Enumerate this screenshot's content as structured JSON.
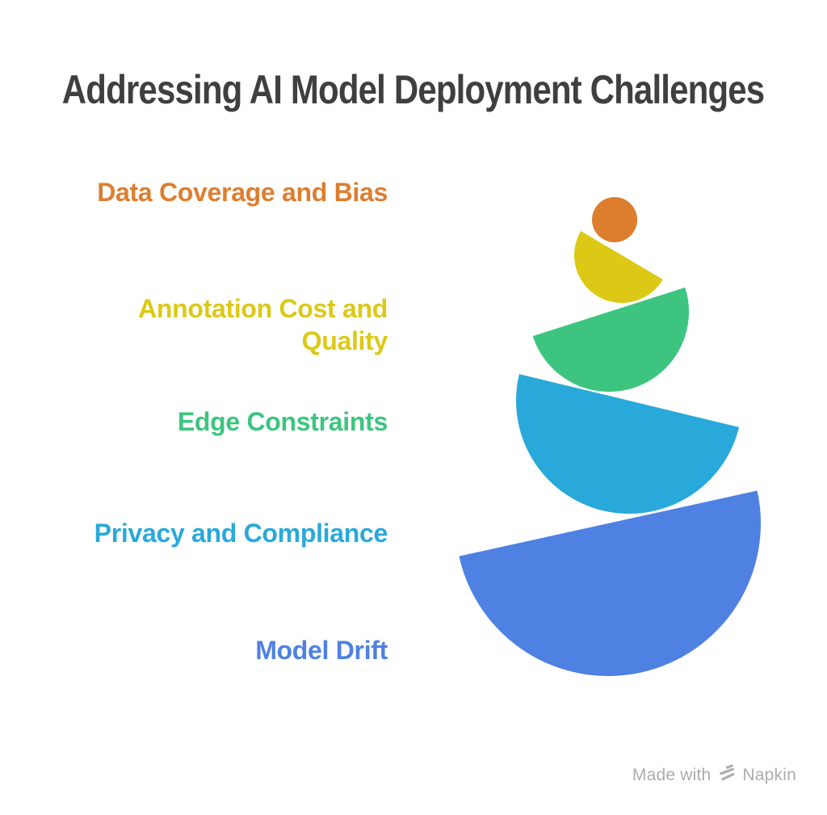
{
  "title": {
    "text": "Addressing AI Model Deployment Challenges",
    "color": "#3F3F3F"
  },
  "challenges": [
    {
      "label": "Data Coverage and Bias",
      "color": "#DD7E2F",
      "shape": "circle"
    },
    {
      "label": "Annotation Cost and Quality",
      "color": "#DCC915",
      "shape": "semicircle"
    },
    {
      "label": "Edge Constraints",
      "color": "#3DC580",
      "shape": "semicircle"
    },
    {
      "label": "Privacy and Compliance",
      "color": "#29A9DA",
      "shape": "semicircle"
    },
    {
      "label": "Model Drift",
      "color": "#4E81E2",
      "shape": "semicircle"
    }
  ],
  "watermark": {
    "prefix": "Made with",
    "brand": "Napkin",
    "color": "#ACACAC",
    "icon": "napkin-logo-icon"
  }
}
